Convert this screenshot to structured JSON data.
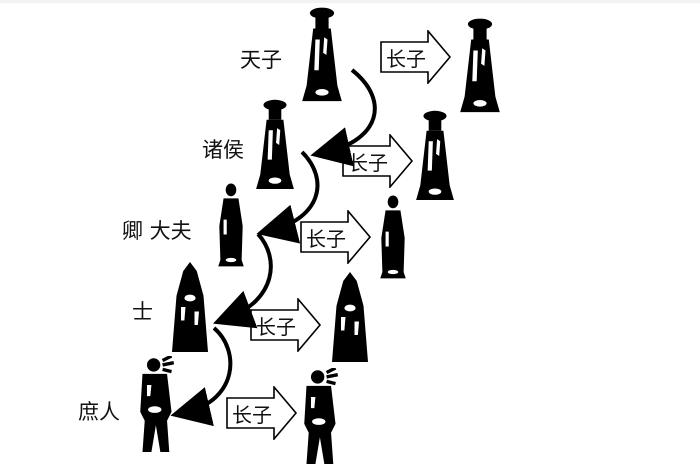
{
  "title": "",
  "ranks": [
    {
      "label": "天子",
      "arrow": "长子"
    },
    {
      "label": "诸侯",
      "arrow": "长子"
    },
    {
      "label": "卿 大夫",
      "arrow": "长子"
    },
    {
      "label": "士",
      "arrow": "长子"
    },
    {
      "label": "庶人",
      "arrow": "长子"
    }
  ],
  "colors": {
    "ink": "#000000",
    "background": "#ffffff"
  }
}
